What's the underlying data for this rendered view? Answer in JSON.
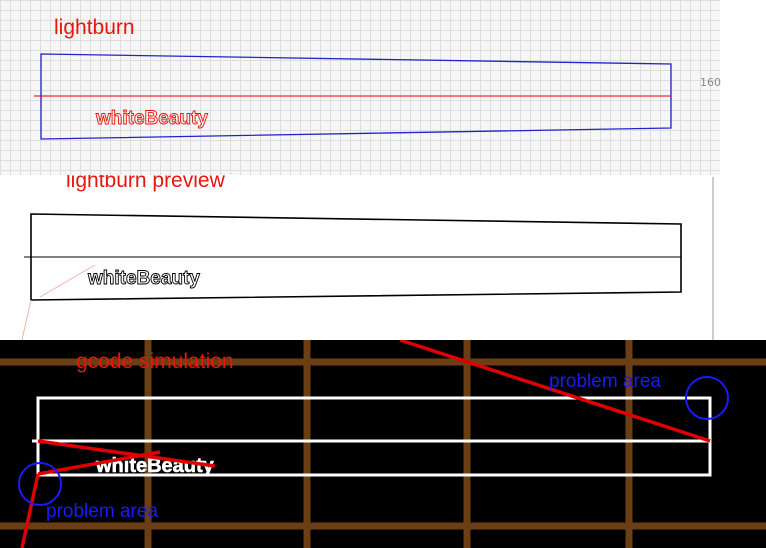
{
  "panels": {
    "workspace": {
      "caption": "lightburn",
      "design_text": "whiteBeauty",
      "ruler_tick": "160"
    },
    "preview": {
      "caption": "lightburn preview",
      "design_text": "whiteBeauty"
    },
    "simulation": {
      "caption": "gcode simulation",
      "design_text": "whiteBeauty",
      "annotations": [
        "problem area",
        "problem area"
      ]
    }
  },
  "colors": {
    "caption": "#e8160c",
    "annotation": "#1a1aff",
    "shape_outline_workspace": "#2222cc",
    "center_line": "#e00000",
    "sim_grid": "#6b3f13",
    "sim_path": "#ffffff",
    "sim_travel": "#e00000"
  }
}
